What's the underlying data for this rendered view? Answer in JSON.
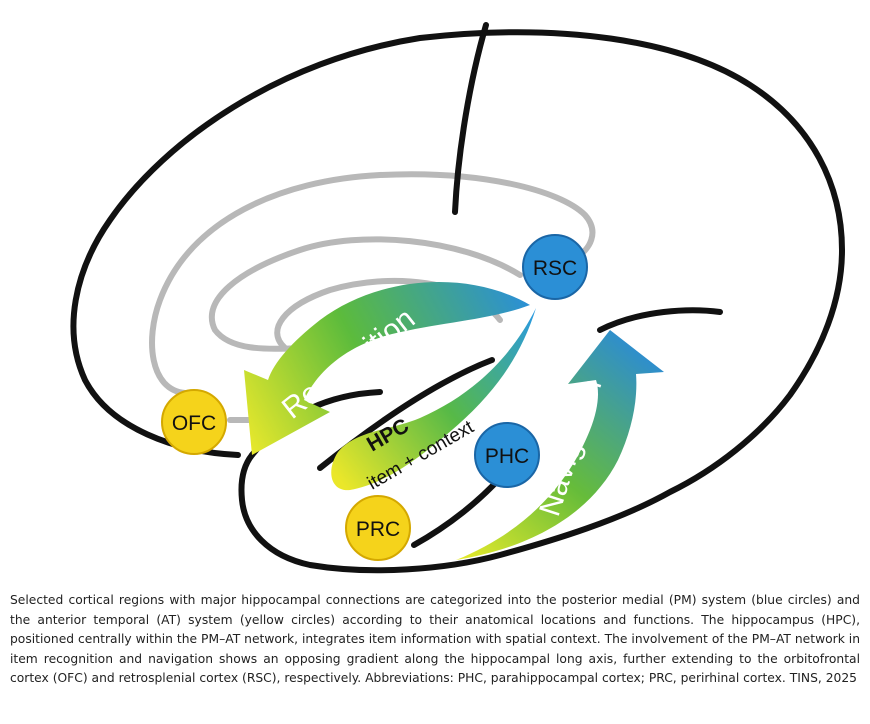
{
  "diagram": {
    "labels": {
      "rsc": "RSC",
      "ofc": "OFC",
      "phc": "PHC",
      "prc": "PRC",
      "hpc_title": "HPC",
      "hpc_subtitle": "item + context",
      "recognition": "Recognition",
      "navigation": "Navigation"
    },
    "colors": {
      "pm_system": "#2b8fd6",
      "at_system": "#f5d31b",
      "brain_outline": "#111111",
      "sulcus": "#b8b8b8",
      "gradient_green": "#6cbf3c",
      "gradient_blue": "#2a8fd8",
      "gradient_yellow": "#e6e92a"
    }
  },
  "caption": "Selected cortical regions with major hippocampal connections are categorized into the posterior medial (PM) system (blue circles) and the anterior temporal (AT) system (yellow circles) according to their anatomical locations and functions. The hippocampus (HPC), positioned centrally within the PM–AT network, integrates item information with spatial context. The involvement of the PM–AT network in item recognition and navigation shows an opposing gradient along the hippocampal long axis, further extending to the orbitofrontal cortex (OFC) and retrosplenial cortex (RSC), respectively. Abbreviations: PHC, parahippocampal cortex; PRC, perirhinal cortex. TINS, 2025"
}
